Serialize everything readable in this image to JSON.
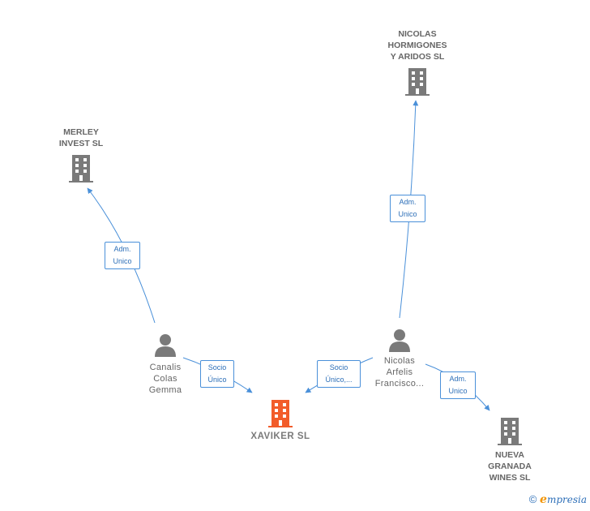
{
  "nodes": {
    "nicolas_hormigones": {
      "label_lines": [
        "NICOLAS",
        "HORMIGONES",
        "Y ARIDOS SL"
      ],
      "kind": "company"
    },
    "merley_invest": {
      "label_lines": [
        "MERLEY",
        "INVEST SL"
      ],
      "kind": "company"
    },
    "canalis": {
      "label_lines": [
        "Canalis",
        "Colas",
        "Gemma"
      ],
      "kind": "person"
    },
    "nicolas_arfelis": {
      "label_lines": [
        "Nicolas",
        "Arfelis",
        "Francisco..."
      ],
      "kind": "person"
    },
    "xaviker": {
      "label": "XAVIKER SL",
      "kind": "main-company"
    },
    "nueva_granada": {
      "label_lines": [
        "NUEVA",
        "GRANADA",
        "WINES SL"
      ],
      "kind": "company"
    }
  },
  "edges": {
    "canalis_merley": {
      "label_lines": [
        "Adm.",
        "Unico"
      ]
    },
    "arfelis_hormigones": {
      "label_lines": [
        "Adm.",
        "Unico"
      ]
    },
    "canalis_xaviker": {
      "label_lines": [
        "Socio",
        "Único"
      ]
    },
    "arfelis_xaviker": {
      "label_lines": [
        "Socio",
        "Único,..."
      ]
    },
    "arfelis_nueva": {
      "label_lines": [
        "Adm.",
        "Unico"
      ]
    }
  },
  "colors": {
    "company_icon": "#7a7a7a",
    "main_company_icon": "#f25c2a",
    "person_icon": "#7a7a7a",
    "edge": "#4a90d9"
  },
  "footer": {
    "copyright_symbol": "©",
    "brand_first": "e",
    "brand_rest": "mpresia"
  }
}
